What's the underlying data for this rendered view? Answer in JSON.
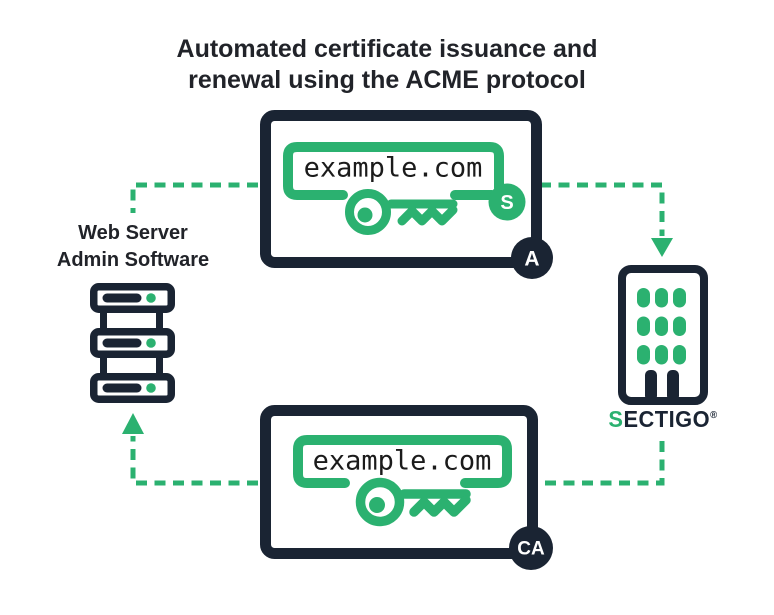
{
  "colors": {
    "green": "#2BB170",
    "navy": "#1A2433",
    "ink": "#212329"
  },
  "title": {
    "line1": "Automated certificate issuance and",
    "line2": "renewal using the ACME protocol"
  },
  "web_server_label": {
    "line1": "Web Server",
    "line2": "Admin Software"
  },
  "top_certificate": {
    "domain": "example.com",
    "s_badge": "S",
    "a_badge": "A"
  },
  "bottom_certificate": {
    "domain": "example.com",
    "ca_badge": "CA"
  },
  "ca_company": {
    "logo_s": "S",
    "logo_rest": "ECTIGO",
    "registered_mark": "®"
  }
}
